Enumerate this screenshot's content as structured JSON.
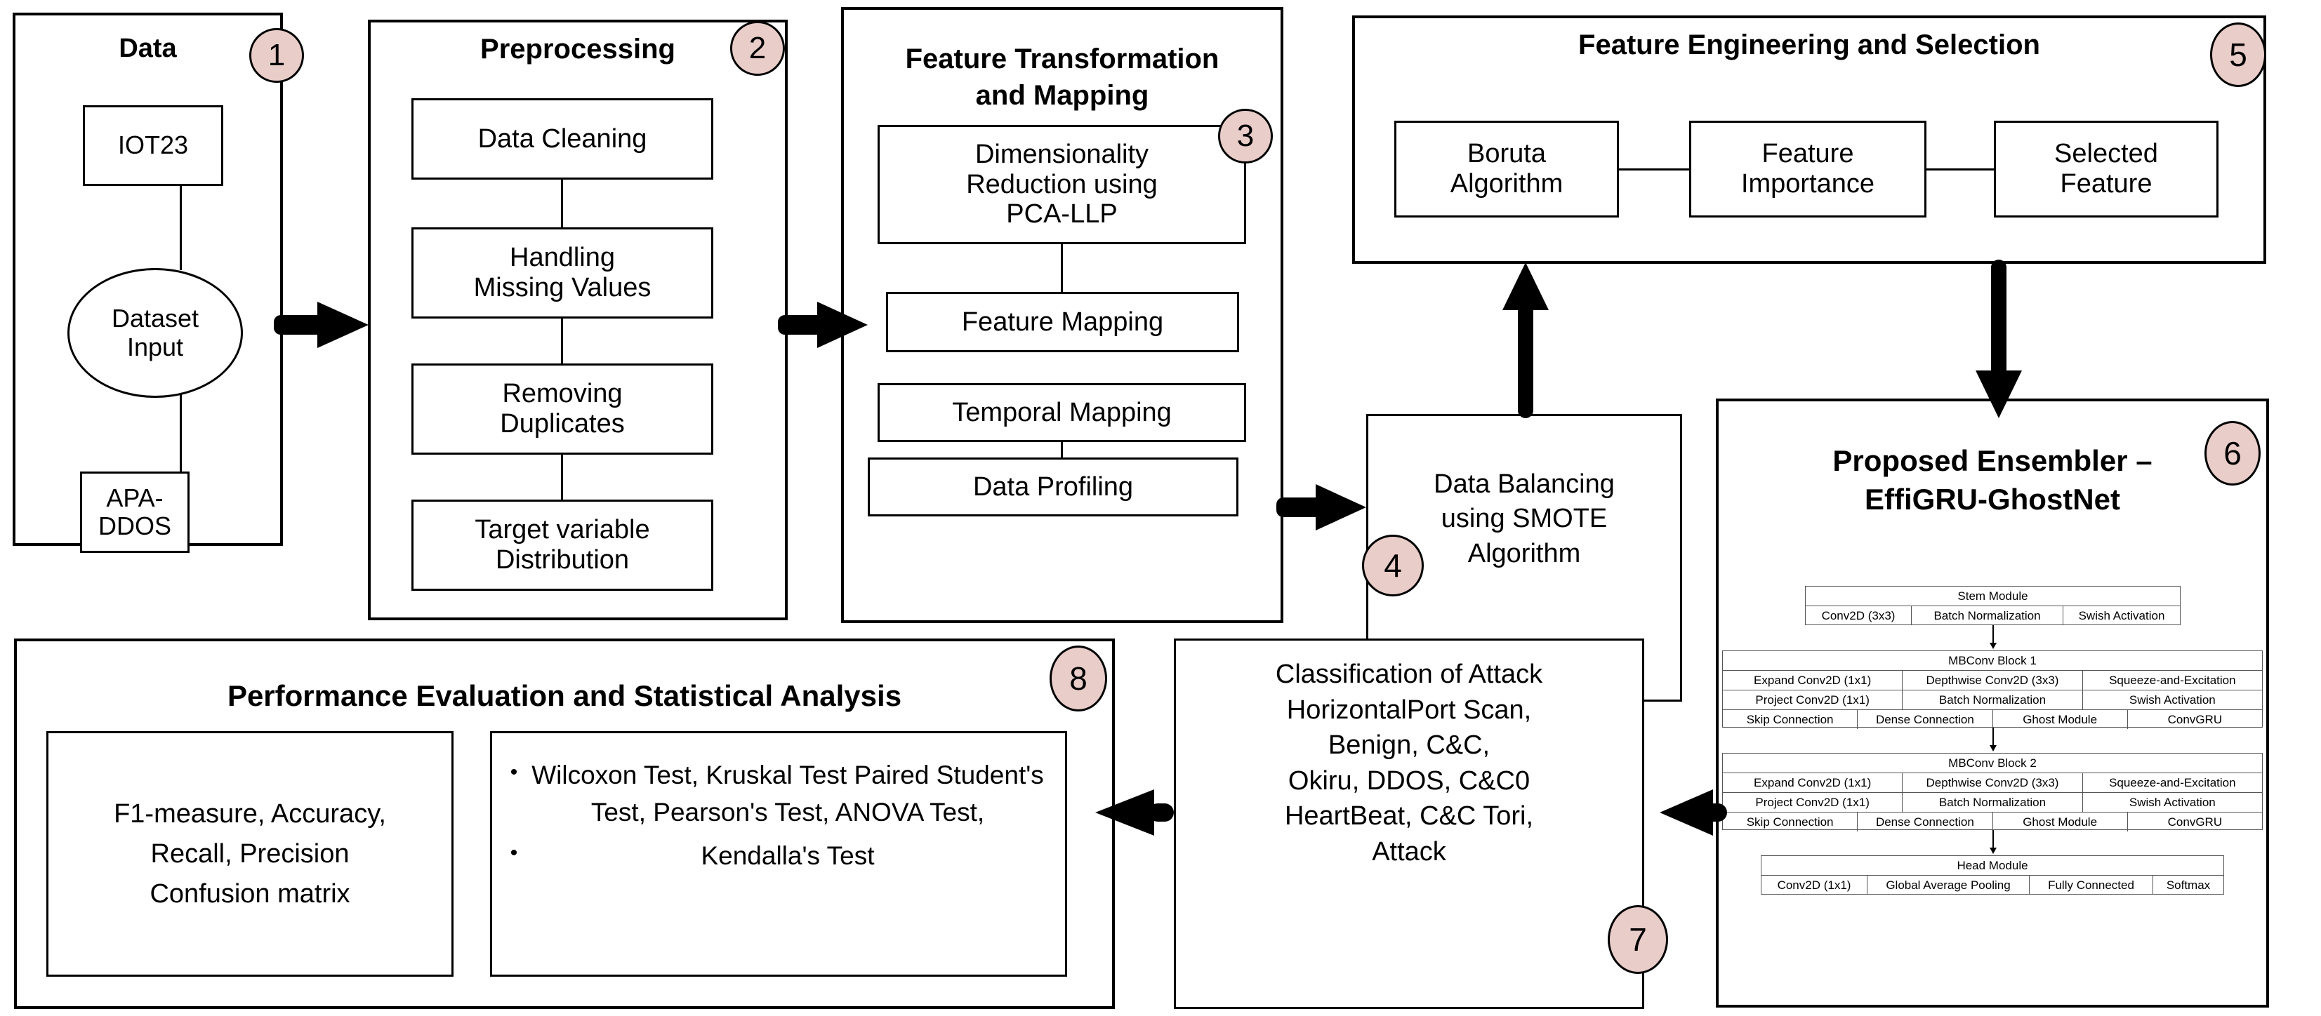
{
  "panels": {
    "data": {
      "title": "Data",
      "badge": "1",
      "nodes": {
        "iot23": "IOT23",
        "dataset_input": "Dataset\nInput",
        "apa_ddos": "APA-\nDDOS"
      }
    },
    "preprocessing": {
      "title": "Preprocessing",
      "badge": "2",
      "steps": [
        "Data Cleaning",
        "Handling\nMissing Values",
        "Removing\nDuplicates",
        "Target variable\nDistribution"
      ]
    },
    "feature_transformation": {
      "title": "Feature Transformation\nand Mapping",
      "badge": "3",
      "steps": [
        "Dimensionality\nReduction using\nPCA-LLP",
        "Feature Mapping",
        "Temporal Mapping",
        "Data Profiling"
      ]
    },
    "data_balancing": {
      "badge": "4",
      "label": "Data Balancing\nusing SMOTE\nAlgorithm"
    },
    "feature_engineering": {
      "title": "Feature Engineering and Selection",
      "badge": "5",
      "steps": [
        "Boruta\nAlgorithm",
        "Feature\nImportance",
        "Selected\nFeature"
      ]
    },
    "proposed_ensembler": {
      "title": "Proposed Ensembler –\nEffiGRU-GhostNet",
      "badge": "6",
      "architecture": [
        {
          "name": "Stem Module",
          "rows": [
            [
              "Conv2D (3x3)",
              "Batch Normalization",
              "Swish Activation"
            ]
          ]
        },
        {
          "name": "MBConv Block 1",
          "rows": [
            [
              "Expand Conv2D (1x1)",
              "Depthwise Conv2D (3x3)",
              "Squeeze-and-Excitation"
            ],
            [
              "Project Conv2D (1x1)",
              "Batch Normalization",
              "Swish Activation"
            ],
            [
              "Skip Connection",
              "Dense Connection",
              "Ghost Module",
              "ConvGRU"
            ]
          ]
        },
        {
          "name": "MBConv Block 2",
          "rows": [
            [
              "Expand Conv2D (1x1)",
              "Depthwise Conv2D (3x3)",
              "Squeeze-and-Excitation"
            ],
            [
              "Project Conv2D (1x1)",
              "Batch Normalization",
              "Swish Activation"
            ],
            [
              "Skip Connection",
              "Dense Connection",
              "Ghost Module",
              "ConvGRU"
            ]
          ]
        },
        {
          "name": "Head Module",
          "rows": [
            [
              "Conv2D (1x1)",
              "Global Average Pooling",
              "Fully Connected",
              "Softmax"
            ]
          ]
        }
      ]
    },
    "classification": {
      "badge": "7",
      "label": "Classification of Attack\nHorizontalPort Scan,\nBenign, C&C,\nOkiru, DDOS, C&C0\nHeartBeat, C&C Tori,\nAttack"
    },
    "performance": {
      "title": "Performance Evaluation and Statistical Analysis",
      "badge": "8",
      "metrics": "F1-measure, Accuracy,\nRecall, Precision\nConfusion matrix",
      "tests": [
        "Wilcoxon Test, Kruskal Test Paired Student's Test, Pearson's Test,  ANOVA Test,",
        "Kendalla's Test"
      ],
      "bullet_glyph": "•"
    }
  },
  "colors": {
    "badge_fill": "#e9cdc9",
    "stroke": "#000000",
    "arch_stroke": "#555555",
    "background": "#ffffff"
  }
}
